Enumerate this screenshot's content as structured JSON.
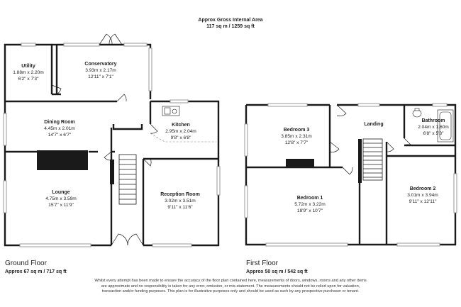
{
  "header": {
    "title": "Approx Gross Internal Area",
    "area": "117 sq m / 1259 sq ft"
  },
  "ground_floor": {
    "label": "Ground Floor",
    "area": "Approx 67 sq m / 717 sq ft",
    "rooms": [
      {
        "name": "Utility",
        "dim_m": "1.88m x 2.20m",
        "dim_ft": "6'2\" x 7'3\""
      },
      {
        "name": "Conservatory",
        "dim_m": "3.93m x 2.17m",
        "dim_ft": "12'11\" x 7'1\""
      },
      {
        "name": "Dining Room",
        "dim_m": "4.45m x 2.01m",
        "dim_ft": "14'7\" x 6'7\""
      },
      {
        "name": "Kitchen",
        "dim_m": "2.95m x 2.04m",
        "dim_ft": "9'8\" x 6'8\""
      },
      {
        "name": "Lounge",
        "dim_m": "4.75m x 3.59m",
        "dim_ft": "15'7\" x 11'9\""
      },
      {
        "name": "Reception Room",
        "dim_m": "3.02m x 3.51m",
        "dim_ft": "9'11\" x 11'6\""
      }
    ]
  },
  "first_floor": {
    "label": "First Floor",
    "area": "Approx 50 sq m / 542 sq ft",
    "rooms": [
      {
        "name": "Bedroom 3",
        "dim_m": "3.85m x 2.31m",
        "dim_ft": "12'8\" x 7'7\""
      },
      {
        "name": "Landing",
        "dim_m": "",
        "dim_ft": ""
      },
      {
        "name": "Bathroom",
        "dim_m": "2.04m x 1.60m",
        "dim_ft": "6'8\" x 5'3\""
      },
      {
        "name": "Bedroom 1",
        "dim_m": "5.72m x 3.22m",
        "dim_ft": "18'9\" x 10'7\""
      },
      {
        "name": "Bedroom 2",
        "dim_m": "3.01m x 3.94m",
        "dim_ft": "9'11\" x 12'11\""
      }
    ]
  },
  "disclaimer": "Whilst every attempt has been made to ensure the accuracy of the floor plan contained here, measurements of doors, windows, rooms and any other items are approximate and no responsibility is taken for any error, omission, or mis-statement. The measurements should not be relied upon for valuation, transaction and/or funding purposes. This plan is for illustrative purposes only and should be used as such by any prospective purchaser or tenant.",
  "colors": {
    "wall": "#1a1a1a",
    "window": "#999999",
    "fill": "#ffffff",
    "text": "#222222"
  }
}
